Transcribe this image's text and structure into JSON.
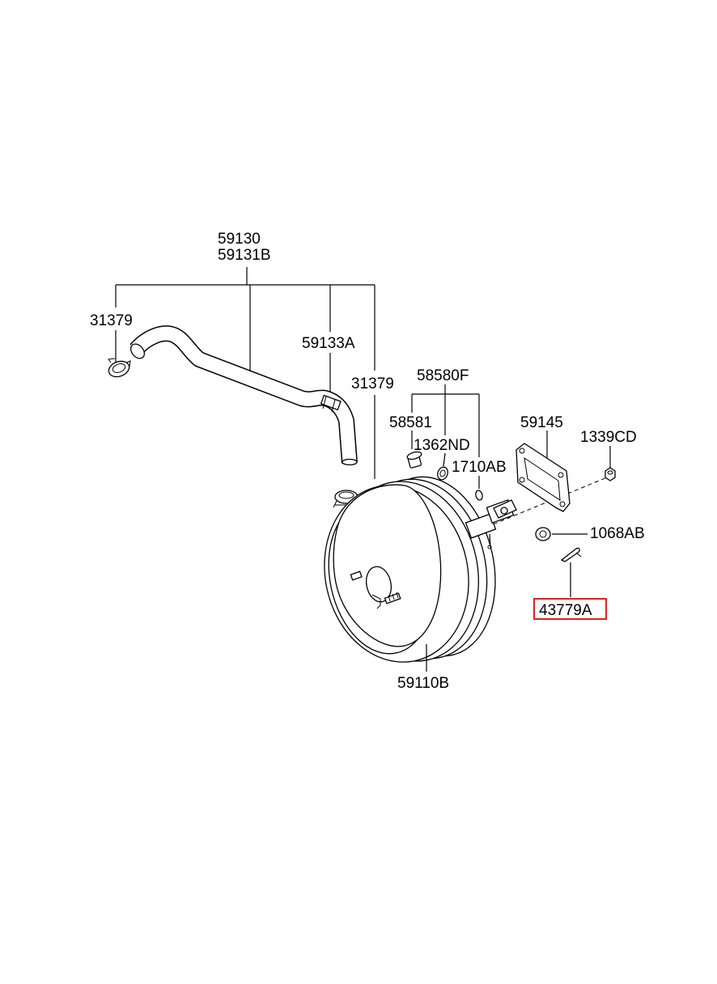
{
  "labels": {
    "hose_assy_1": "59130",
    "hose_assy_2": "59131B",
    "clamp_left": "31379",
    "hose_fitting": "59133A",
    "clamp_right": "31379",
    "valve_kit": "58580F",
    "valve": "58581",
    "grommet": "1362ND",
    "o_ring": "1710AB",
    "gasket": "59145",
    "nut": "1339CD",
    "washer": "1068AB",
    "split_pin": "43779A",
    "booster": "59110B"
  },
  "highlight": {
    "part": "43779A",
    "color": "#e02020"
  }
}
